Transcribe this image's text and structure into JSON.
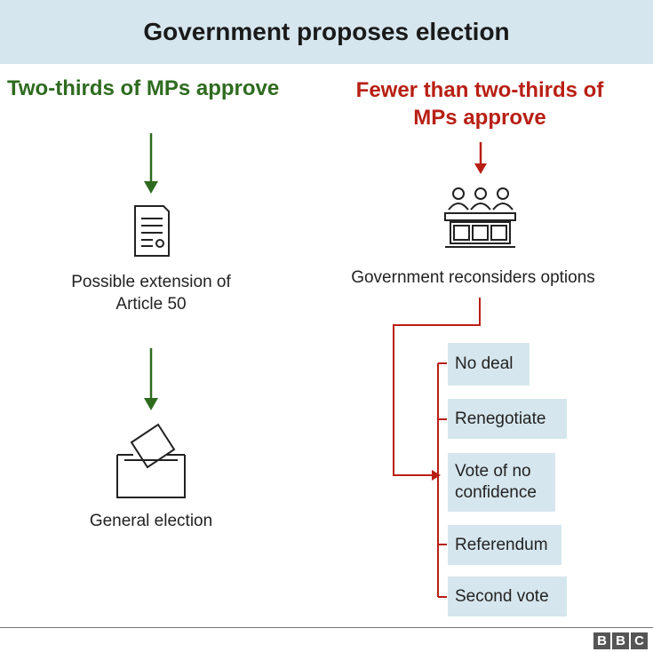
{
  "header": {
    "title": "Government proposes election"
  },
  "left": {
    "heading": "Two-thirds of MPs approve",
    "extension_caption": "Possible extension of Article 50",
    "election_caption": "General election",
    "color": "#2e6b1f"
  },
  "right": {
    "heading": "Fewer than two-thirds of MPs approve",
    "reconsider_caption": "Government reconsiders options",
    "color": "#b81f14",
    "options": [
      "No deal",
      "Renegotiate",
      "Vote of no confidence",
      "Referendum",
      "Second vote"
    ]
  },
  "footer": {
    "logo_letters": [
      "B",
      "B",
      "C"
    ]
  },
  "colors": {
    "header_bg": "#d6e6ee",
    "option_bg": "#d6e6ee"
  },
  "icons": [
    "document-icon",
    "ballot-box-icon",
    "parliament-benches-icon"
  ]
}
